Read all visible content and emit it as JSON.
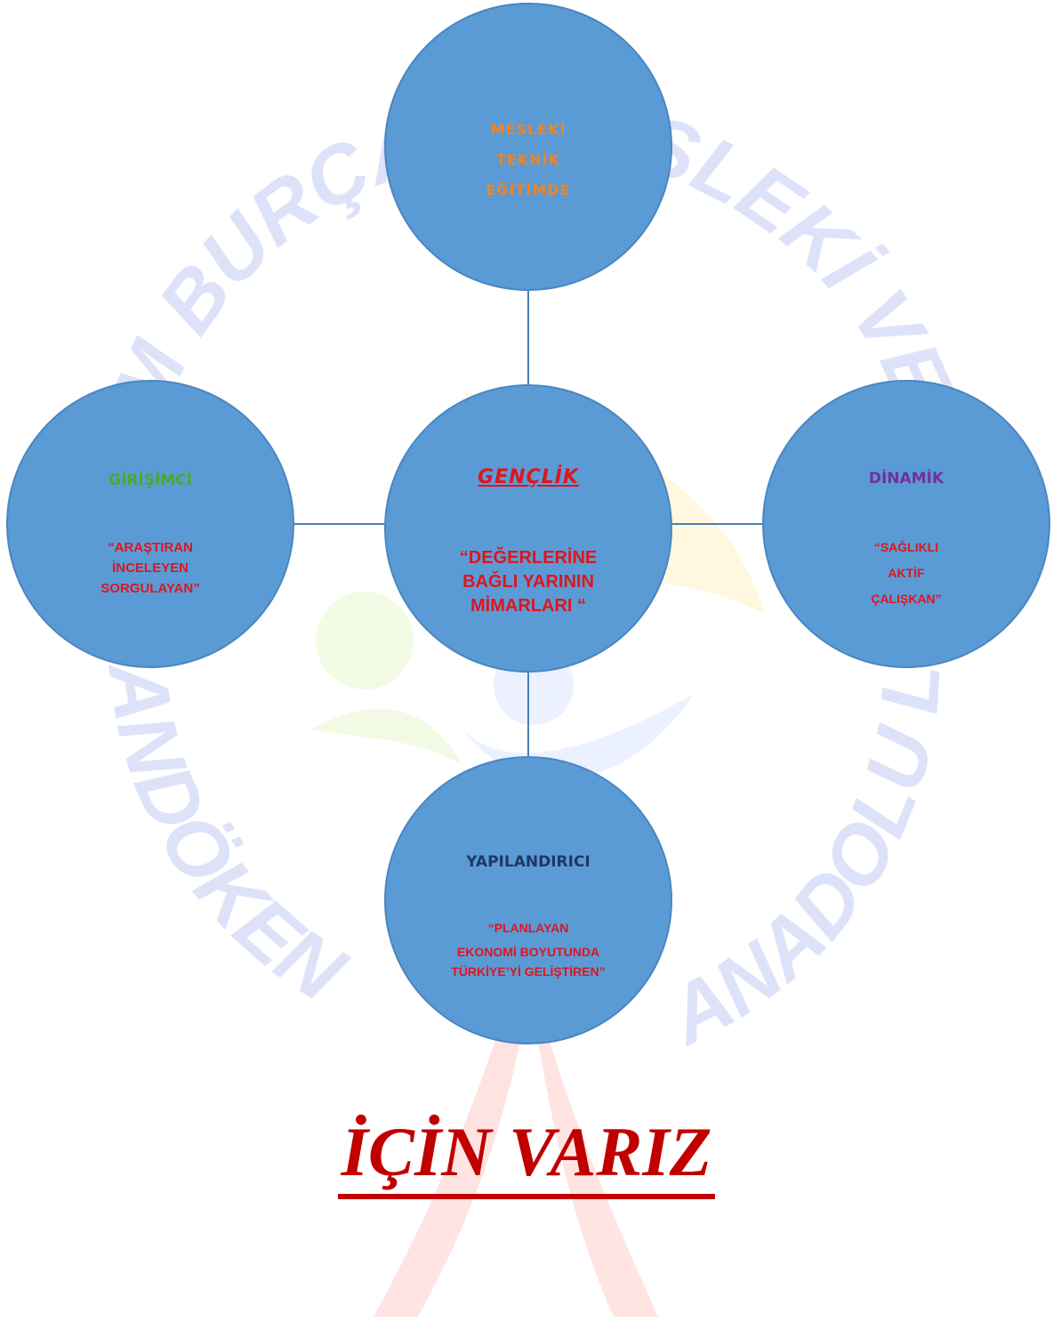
{
  "colors": {
    "circle_fill": "#5b9bd5",
    "connector": "#4a7fb3",
    "top_text": "#f5821f",
    "green_text": "#4ea72e",
    "purple_text": "#7030a0",
    "navy_text": "#1f3864",
    "red_text": "#e0141e",
    "footer_text": "#c00000"
  },
  "nodes": {
    "top": {
      "lines": [
        "MESLEKİ",
        "TEKNİK",
        "EĞİTİMDE"
      ]
    },
    "left": {
      "heading": "GİRİŞİMCİ",
      "lines": [
        "“ARAŞTIRAN",
        "İNCELEYEN",
        "SORGULAYAN”"
      ]
    },
    "center": {
      "heading": "GENÇLİK",
      "lines": [
        "“DEĞERLERİNE",
        "BAĞLI YARININ",
        "MİMARLARI “"
      ]
    },
    "right": {
      "heading": "DİNAMİK",
      "lines": [
        "“SAĞLIKLI",
        "AKTİF",
        "ÇALIŞKAN”"
      ]
    },
    "bottom": {
      "heading": "YAPILANDIRICI",
      "lines": [
        "“PLANLAYAN",
        "EKONOMİ BOYUTUNDA",
        "TÜRKİYE’Yİ GELİŞTİREN”"
      ]
    }
  },
  "footer": {
    "title": "İÇİN VARIZ"
  },
  "watermark": {
    "top_arc": "M BURÇAK MESLEKİ VE",
    "left_arc": "PALANDÖKEN",
    "right_arc": "ANADOLU LİSESİ"
  }
}
